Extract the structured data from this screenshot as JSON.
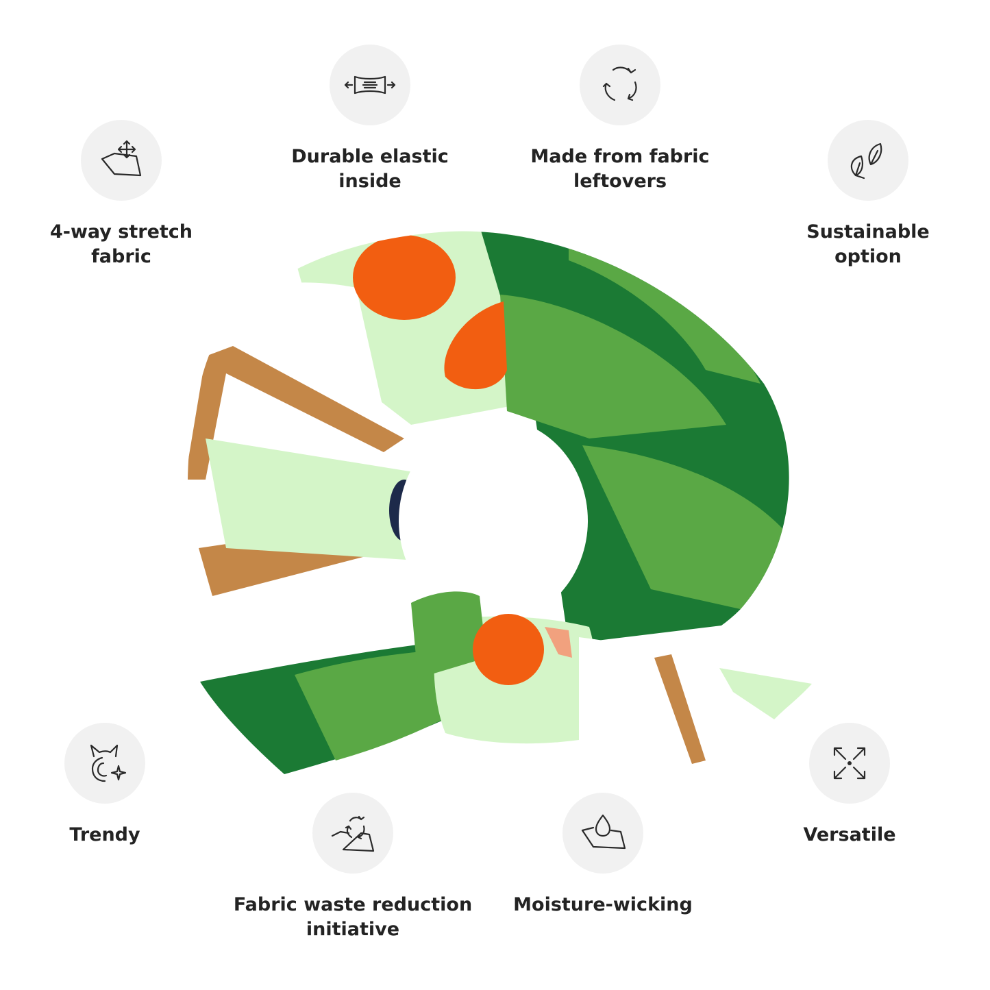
{
  "features": {
    "stretch": {
      "label": "4-way stretch\nfabric",
      "icon": "stretch-fabric-icon"
    },
    "elastic": {
      "label": "Durable elastic\ninside",
      "icon": "elastic-icon"
    },
    "leftovers": {
      "label": "Made from fabric\nleftovers",
      "icon": "recycle-icon"
    },
    "sustainable": {
      "label": "Sustainable\noption",
      "icon": "leaves-icon"
    },
    "trendy": {
      "label": "Trendy",
      "icon": "cat-sparkle-icon"
    },
    "waste": {
      "label": "Fabric waste reduction\ninitiative",
      "icon": "fabric-recycle-icon"
    },
    "moisture": {
      "label": "Moisture-wicking",
      "icon": "droplet-fabric-icon"
    },
    "versatile": {
      "label": "Versatile",
      "icon": "expand-arrows-icon"
    }
  },
  "colors": {
    "icon_bg": "#f1f1f1",
    "text": "#232323",
    "dark_green": "#1b7a34",
    "mid_green": "#5aa845",
    "light_green": "#d4f5c8",
    "orange": "#f25e11",
    "tan": "#c48748",
    "navy": "#1d2a4a"
  }
}
